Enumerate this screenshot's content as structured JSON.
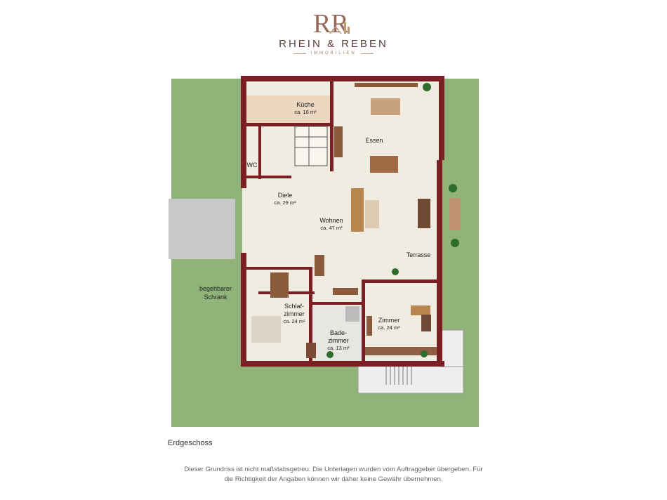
{
  "brand": {
    "initials": "RR",
    "name": "RHEIN & REBEN",
    "tagline": "IMMOBILIEN"
  },
  "rooms": {
    "kueche": {
      "name": "Küche",
      "area": "ca. 16 m²"
    },
    "wc": {
      "name": "WC"
    },
    "diele": {
      "name": "Diele",
      "area": "ca. 29 m²"
    },
    "essen": {
      "name": "Essen"
    },
    "wohnen": {
      "name": "Wohnen",
      "area": "ca. 47 m²"
    },
    "terrasse": {
      "name": "Terrasse"
    },
    "schrank": {
      "line1": "begehbarer",
      "line2": "Schrank"
    },
    "schlaf": {
      "line1": "Schlaf-",
      "line2": "zimmer",
      "area": "ca. 24 m²"
    },
    "bad": {
      "line1": "Bade-",
      "line2": "zimmer",
      "area": "ca. 13 m²"
    },
    "zimmer": {
      "name": "Zimmer",
      "area": "ca. 24 m²"
    }
  },
  "floor_label": "Erdgeschoss",
  "disclaimer": "Dieser Grundriss ist nicht maßstabsgetreu. Die Unterlagen wurden vom Auftraggeber übergeben. Für die Richtigkeit der Angaben können wir daher keine Gewähr übernehmen.",
  "colors": {
    "wall": "#7a1f23",
    "floor": "#f1ece1",
    "lawn": "#8fb379",
    "paving": "#c8c8c8",
    "furniture": "#8a5a3c",
    "brand": "#5b3a3a"
  }
}
